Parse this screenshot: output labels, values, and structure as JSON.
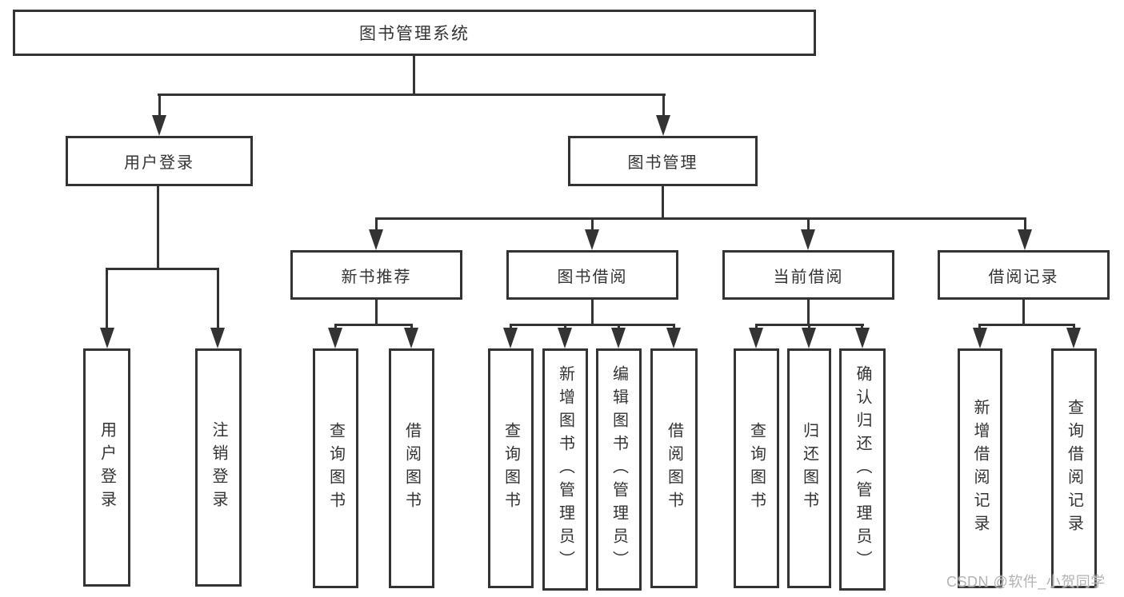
{
  "diagram": {
    "type": "hierarchy-tree",
    "root": {
      "label": "图书管理系统",
      "children": [
        {
          "label": "用户登录",
          "children": [
            {
              "label": "用户登录"
            },
            {
              "label": "注销登录"
            }
          ]
        },
        {
          "label": "图书管理",
          "children": [
            {
              "label": "新书推荐",
              "children": [
                {
                  "label": "查询图书"
                },
                {
                  "label": "借阅图书"
                }
              ]
            },
            {
              "label": "图书借阅",
              "children": [
                {
                  "label": "查询图书"
                },
                {
                  "label": "新增图书（管理员）"
                },
                {
                  "label": "编辑图书（管理员）"
                },
                {
                  "label": "借阅图书"
                }
              ]
            },
            {
              "label": "当前借阅",
              "children": [
                {
                  "label": "查询图书"
                },
                {
                  "label": "归还图书"
                },
                {
                  "label": "确认归还（管理员）"
                }
              ]
            },
            {
              "label": "借阅记录",
              "children": [
                {
                  "label": "新增借阅记录"
                },
                {
                  "label": "查询借阅记录"
                }
              ]
            }
          ]
        }
      ]
    },
    "colors": {
      "line": "#333333",
      "background": "#ffffff",
      "watermark": "#b3b3b3"
    }
  },
  "watermark": {
    "text": "CSDN @软件_小贺同学"
  }
}
